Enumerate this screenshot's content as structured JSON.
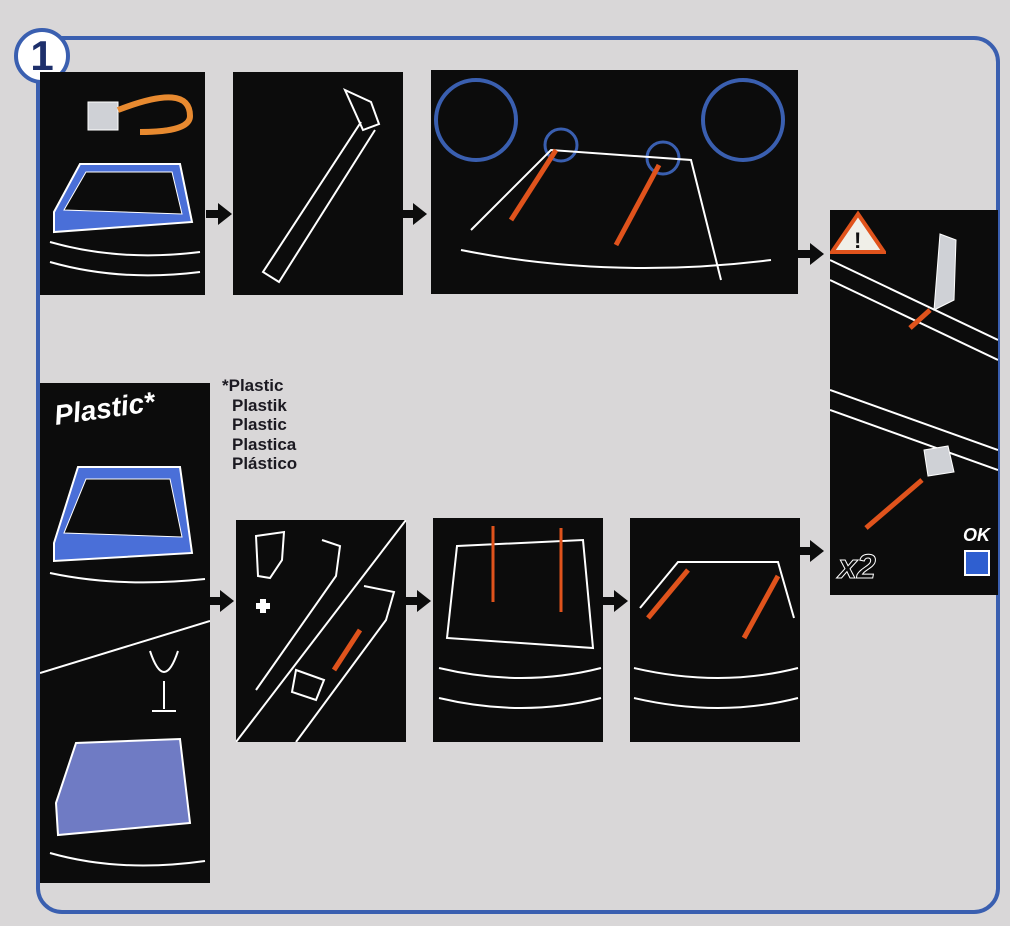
{
  "step_number": "1",
  "materials_note": {
    "lines": [
      "*Plastic",
      "Plastik",
      "Plastic",
      "Plastica",
      "Plástico"
    ]
  },
  "plastic_label": "Plastic*",
  "ok_label": "OK",
  "multiplier_label": "x2",
  "warning_symbol": "!",
  "colors": {
    "frame": "#3a5fb0",
    "panel": "#0c0c0c",
    "highlight_blue": "#4a6fd8",
    "arrow_orange": "#e0531c",
    "background": "#d9d7d8"
  }
}
